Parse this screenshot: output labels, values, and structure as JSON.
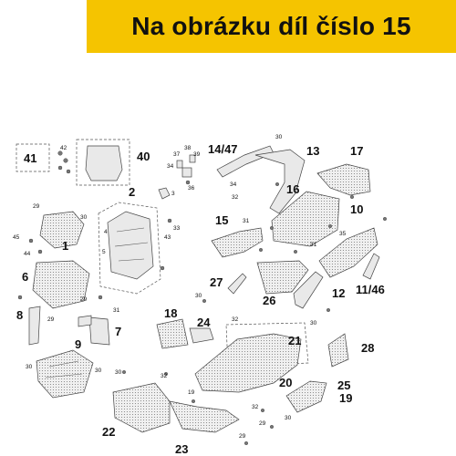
{
  "banner": {
    "text": "Na obrázku díl číslo 15",
    "background": "#f5c400"
  },
  "labels": {
    "p1": "1",
    "p2": "2",
    "p3": "3",
    "p4": "4",
    "p5": "5",
    "p6": "6",
    "p7": "7",
    "p8": "8",
    "p9": "9",
    "p10": "10",
    "p11_46": "11/46",
    "p12": "12",
    "p13": "13",
    "p14_47": "14/47",
    "p15": "15",
    "p16": "16",
    "p17": "17",
    "p18": "18",
    "p19": "19",
    "p20": "20",
    "p21": "21",
    "p22": "22",
    "p23": "23",
    "p24": "24",
    "p25": "25",
    "p26": "26",
    "p27": "27",
    "p28": "28",
    "p29": "29",
    "p30": "30",
    "p31": "31",
    "p32": "32",
    "p33": "33",
    "p34": "34",
    "p35": "35",
    "p36": "36",
    "p37": "37",
    "p38": "38",
    "p39": "39",
    "p40": "40",
    "p41": "41",
    "p42": "42",
    "p43": "43",
    "p44": "44",
    "p45": "45"
  }
}
